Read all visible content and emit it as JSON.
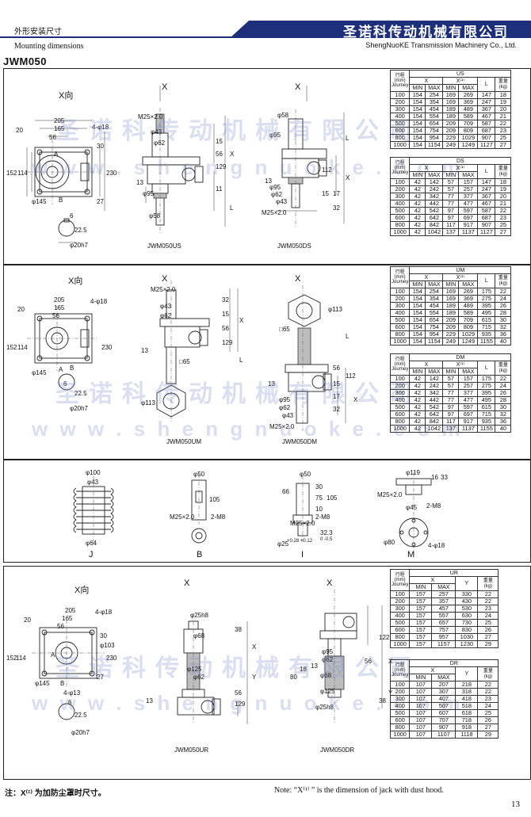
{
  "header": {
    "section_cn": "外形安装尺寸",
    "section_en": "Mounting dimensions",
    "company_cn": "圣诺科传动机械有限公司",
    "company_en": "ShengNuoKE Transmission Machinery Co., Ltd."
  },
  "model": "JWM050",
  "watermark": {
    "cn": "圣诺科传动机械有限公司",
    "en": "w w w . s h e n g n u o k e . c o m"
  },
  "labels": {
    "x_view": "X向",
    "x": "X",
    "a": "A",
    "b": "B",
    "d205": "205",
    "d165": "165",
    "d56": "56",
    "d20": "20",
    "d4_18": "4-φ18",
    "d152": "152",
    "d114": "114",
    "d30": "30",
    "d27": "27",
    "d230": "230",
    "d145": "φ145",
    "d6": "6",
    "d22_5": "22.5",
    "d20h7": "φ20h7",
    "m25": "M25×2.0",
    "d43": "φ43",
    "d62": "φ62",
    "d95": "φ95",
    "d58": "φ58",
    "d13": "13",
    "d15": "15",
    "d56b": "56",
    "d129": "129",
    "d11": "11",
    "d17": "17",
    "d32": "32",
    "dL": "L",
    "d112": "112",
    "d65": "□65",
    "d113": "φ113",
    "d4_13": "4-φ13",
    "d103": "φ103",
    "d25h8": "φ25h8",
    "d68": "φ68",
    "d125": "φ125",
    "d38": "38",
    "d122": "122",
    "d80": "80",
    "d18": "18",
    "dY": "Y"
  },
  "captions": {
    "us": "JWM050US",
    "ds": "JWM050DS",
    "um": "JWM050UM",
    "dm": "JWM050DM",
    "ur": "JWM050UR",
    "dr": "JWM050DR"
  },
  "accessories": {
    "j": {
      "name": "J",
      "d100": "φ100",
      "d43": "φ43",
      "d64": "φ64"
    },
    "b": {
      "name": "B",
      "d50": "φ50",
      "d105": "105",
      "m25": "M25×2.0",
      "m8": "2-M8"
    },
    "i": {
      "name": "I",
      "d50": "φ50",
      "d66": "66",
      "d30": "30",
      "d75": "75",
      "d105": "105",
      "d10": "10",
      "m8": "2-M8",
      "m25": "M25×2.0",
      "d25": "φ25",
      "d25tol": "+0.28 +0.12",
      "d32": "32.3",
      "d32tol": "0 -0.5"
    },
    "m": {
      "name": "M",
      "d119": "φ119",
      "d16": "16",
      "d33": "33",
      "m25": "M25×2.0",
      "d45": "φ45",
      "m8": "2-M8",
      "d80": "φ80",
      "d4_18": "4-φ18"
    }
  },
  "table_head": {
    "stroke_cn": "行程",
    "stroke_mm": "(mm)",
    "stroke_en": "Journey",
    "x": "X",
    "x1": "X⁽¹⁾",
    "min": "MIN",
    "max": "MAX",
    "l": "L",
    "y": "Y",
    "weight_cn": "重量",
    "weight_kg": "(kg)"
  },
  "tables": [
    {
      "type": "US",
      "cols": [
        "stroke",
        "x_min",
        "x_max",
        "x1_min",
        "x1_max",
        "l",
        "w"
      ],
      "rows": [
        [
          "100",
          "154",
          "254",
          "169",
          "269",
          "147",
          "18"
        ],
        [
          "200",
          "154",
          "354",
          "169",
          "369",
          "247",
          "19"
        ],
        [
          "300",
          "154",
          "454",
          "189",
          "489",
          "367",
          "20"
        ],
        [
          "400",
          "154",
          "554",
          "189",
          "589",
          "467",
          "21"
        ],
        [
          "500",
          "154",
          "654",
          "209",
          "709",
          "587",
          "22"
        ],
        [
          "600",
          "154",
          "754",
          "209",
          "809",
          "687",
          "23"
        ],
        [
          "800",
          "154",
          "954",
          "229",
          "1029",
          "907",
          "25"
        ],
        [
          "1000",
          "154",
          "1154",
          "249",
          "1249",
          "1127",
          "27"
        ]
      ]
    },
    {
      "type": "DS",
      "cols": [
        "stroke",
        "x_min",
        "x_max",
        "x1_min",
        "x1_max",
        "l",
        "w"
      ],
      "rows": [
        [
          "100",
          "42",
          "142",
          "57",
          "157",
          "147",
          "18"
        ],
        [
          "200",
          "42",
          "242",
          "57",
          "257",
          "247",
          "19"
        ],
        [
          "300",
          "42",
          "342",
          "77",
          "377",
          "367",
          "20"
        ],
        [
          "400",
          "42",
          "442",
          "77",
          "477",
          "467",
          "21"
        ],
        [
          "500",
          "42",
          "542",
          "97",
          "597",
          "587",
          "22"
        ],
        [
          "600",
          "42",
          "642",
          "97",
          "697",
          "687",
          "23"
        ],
        [
          "800",
          "42",
          "842",
          "117",
          "917",
          "907",
          "25"
        ],
        [
          "1000",
          "42",
          "1042",
          "137",
          "1137",
          "1127",
          "27"
        ]
      ]
    },
    {
      "type": "UM",
      "cols": [
        "stroke",
        "x_min",
        "x_max",
        "x1_min",
        "x1_max",
        "l",
        "w"
      ],
      "rows": [
        [
          "100",
          "154",
          "254",
          "169",
          "269",
          "175",
          "22"
        ],
        [
          "200",
          "154",
          "354",
          "169",
          "369",
          "275",
          "24"
        ],
        [
          "300",
          "154",
          "454",
          "189",
          "489",
          "395",
          "26"
        ],
        [
          "400",
          "154",
          "554",
          "189",
          "589",
          "495",
          "28"
        ],
        [
          "500",
          "154",
          "654",
          "209",
          "709",
          "615",
          "30"
        ],
        [
          "600",
          "154",
          "754",
          "209",
          "809",
          "715",
          "32"
        ],
        [
          "800",
          "154",
          "954",
          "229",
          "1029",
          "935",
          "36"
        ],
        [
          "1000",
          "154",
          "1154",
          "249",
          "1249",
          "1155",
          "40"
        ]
      ]
    },
    {
      "type": "DM",
      "cols": [
        "stroke",
        "x_min",
        "x_max",
        "x1_min",
        "x1_max",
        "l",
        "w"
      ],
      "rows": [
        [
          "100",
          "42",
          "142",
          "57",
          "157",
          "175",
          "22"
        ],
        [
          "200",
          "42",
          "242",
          "57",
          "257",
          "275",
          "24"
        ],
        [
          "300",
          "42",
          "342",
          "77",
          "377",
          "395",
          "26"
        ],
        [
          "400",
          "42",
          "442",
          "77",
          "477",
          "495",
          "28"
        ],
        [
          "500",
          "42",
          "542",
          "97",
          "597",
          "615",
          "30"
        ],
        [
          "600",
          "42",
          "642",
          "97",
          "697",
          "715",
          "32"
        ],
        [
          "800",
          "42",
          "842",
          "117",
          "917",
          "935",
          "36"
        ],
        [
          "1000",
          "42",
          "1042",
          "137",
          "1137",
          "1155",
          "40"
        ]
      ]
    },
    {
      "type": "UR",
      "cols": [
        "stroke",
        "x_min",
        "x_max",
        "y",
        "w"
      ],
      "rows": [
        [
          "100",
          "157",
          "257",
          "330",
          "22"
        ],
        [
          "200",
          "157",
          "357",
          "430",
          "22"
        ],
        [
          "300",
          "157",
          "457",
          "530",
          "23"
        ],
        [
          "400",
          "157",
          "557",
          "630",
          "24"
        ],
        [
          "500",
          "157",
          "657",
          "730",
          "25"
        ],
        [
          "600",
          "157",
          "757",
          "830",
          "26"
        ],
        [
          "800",
          "157",
          "957",
          "1030",
          "27"
        ],
        [
          "1000",
          "157",
          "1157",
          "1230",
          "29"
        ]
      ]
    },
    {
      "type": "DR",
      "cols": [
        "stroke",
        "x_min",
        "x_max",
        "y",
        "w"
      ],
      "rows": [
        [
          "100",
          "107",
          "207",
          "218",
          "22"
        ],
        [
          "200",
          "107",
          "307",
          "318",
          "22"
        ],
        [
          "300",
          "107",
          "407",
          "418",
          "23"
        ],
        [
          "400",
          "107",
          "507",
          "518",
          "24"
        ],
        [
          "500",
          "107",
          "607",
          "618",
          "25"
        ],
        [
          "600",
          "107",
          "707",
          "718",
          "26"
        ],
        [
          "800",
          "107",
          "907",
          "918",
          "27"
        ],
        [
          "1000",
          "107",
          "1107",
          "1118",
          "29"
        ]
      ]
    }
  ],
  "notes": {
    "cn": "注：X⁽¹⁾ 为加防尘罩时尺寸。",
    "en": "Note: “X⁽¹⁾ ” is the dimension of jack with dust hood."
  },
  "page_number": "13"
}
